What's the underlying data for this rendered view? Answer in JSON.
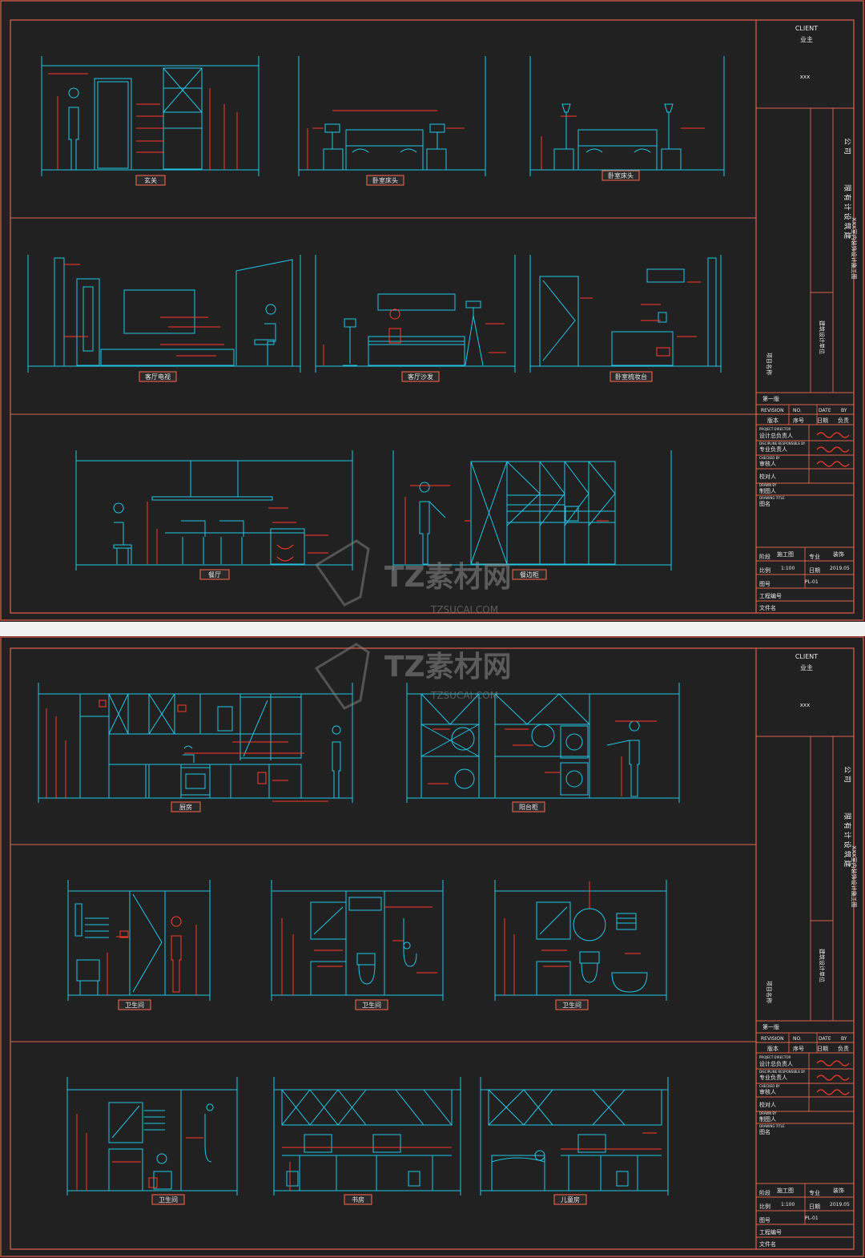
{
  "sheets": [
    {
      "panel_labels": [
        "玄关",
        "卧室床头",
        "卧室床头",
        "客厅电视",
        "客厅沙发",
        "卧室梳妆台",
        "餐厅",
        "餐边柜"
      ],
      "title_block": {
        "client": "CLIENT",
        "owner": "业主",
        "owner_value": "xxx",
        "company": "公 司",
        "company_line": "限 有 计 设 筑 建",
        "project_title": "XXX室内装饰设计施工图",
        "project_name_label": "项目名称",
        "design_unit": "建筑设计单位",
        "edition": "第一版",
        "revision_row": [
          "REVISION",
          "NO.",
          "DATE",
          "BY"
        ],
        "revision_row_cn": [
          "版本",
          "序号",
          "日期",
          "负责"
        ],
        "designer_en": "PROJECT DIRECTOR",
        "designer": "设计总负责人",
        "discipline_lead_en": "DISCIPLINE RESPONSIBLE BY",
        "discipline_lead": "专业负责人",
        "checked_en": "CHECKED BY",
        "checked": "审核人",
        "verified": "校对人",
        "drawn_en": "DRAWN BY",
        "drawn": "制图人",
        "drawing_title_en": "DRAWING TITLE",
        "drawing_title": "图名",
        "stage": "阶段",
        "stage_value": "施工图",
        "discipline": "专业",
        "discipline_value": "装饰",
        "scale": "比例",
        "scale_value": "1:100",
        "date": "日期",
        "date_value": "2019.05",
        "drawing_no": "图号",
        "drawing_no_value": "PL-01",
        "project_no": "工程编号",
        "file_name": "文件名"
      }
    },
    {
      "panel_labels": [
        "厨房",
        "阳台柜",
        "卫生间",
        "卫生间",
        "卫生间",
        "卫生间",
        "书房",
        "儿童房"
      ],
      "title_block": {
        "client": "CLIENT",
        "owner": "业主",
        "owner_value": "xxx",
        "company": "公 司",
        "company_line": "限 有 计 设 筑 建",
        "project_title": "XXX室内装饰设计施工图",
        "project_name_label": "项目名称",
        "design_unit": "建筑设计单位",
        "edition": "第一版",
        "revision_row": [
          "REVISION",
          "NO.",
          "DATE",
          "BY"
        ],
        "revision_row_cn": [
          "版本",
          "序号",
          "日期",
          "负责"
        ],
        "designer_en": "PROJECT DIRECTOR",
        "designer": "设计总负责人",
        "discipline_lead_en": "DISCIPLINE RESPONSIBLE BY",
        "discipline_lead": "专业负责人",
        "checked_en": "CHECKED BY",
        "checked": "审核人",
        "verified": "校对人",
        "drawn_en": "DRAWN BY",
        "drawn": "制图人",
        "drawing_title_en": "DRAWING TITLE",
        "drawing_title": "图名",
        "stage": "阶段",
        "stage_value": "施工图",
        "discipline": "专业",
        "discipline_value": "装饰",
        "scale": "比例",
        "scale_value": "1:100",
        "date": "日期",
        "date_value": "2019.05",
        "drawing_no": "图号",
        "drawing_no_value": "PL-01",
        "project_no": "工程编号",
        "file_name": "文件名"
      }
    }
  ],
  "watermark": {
    "brand": "TZ素材网",
    "domain": "TZSUCAI.COM"
  },
  "colors": {
    "frame": "#e0614c",
    "drawing": "#1fc6e8",
    "annotation": "#ff3b2a",
    "background": "#212121"
  }
}
